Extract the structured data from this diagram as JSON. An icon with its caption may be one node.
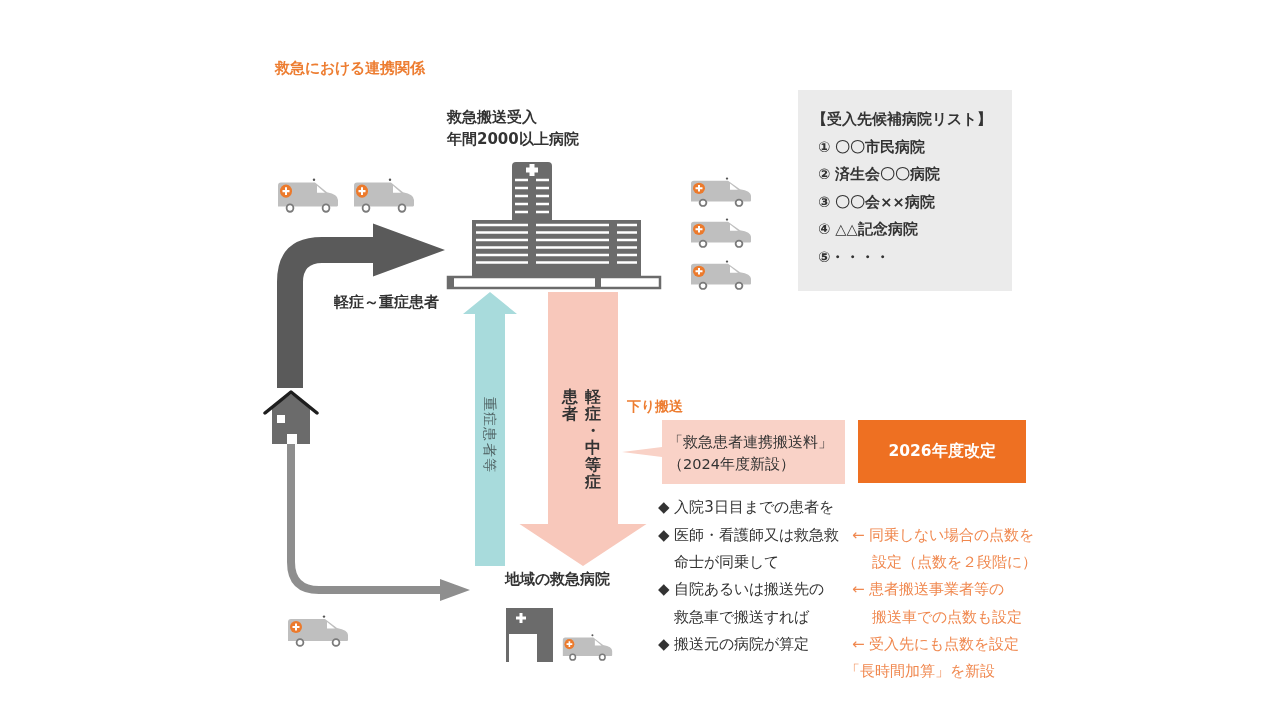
{
  "diagram": {
    "title": "救急における連携関係",
    "nodes": [
      {
        "text": [
          "救急搬送受入年間2000以上病院"
        ]
      },
      {
        "text": [],
        "shape": "picture"
      },
      {
        "text": [
          "地域の救急病院"
        ]
      },
      {
        "text": [
          "【受入先候補病院リスト】",
          "① 〇〇市民病院",
          "② 済生会〇〇病院",
          "③ 〇〇会××病院",
          "④ △△記念病院",
          "⑤・・・・"
        ]
      },
      {
        "text": [
          "「救急患者連携搬送料」（2024年度新設）"
        ]
      },
      {
        "text": [
          "2026年度改定"
        ]
      }
    ],
    "edges": [
      {
        "from": 1,
        "to": 0,
        "arrow": "to",
        "label": "軽症～重症患者",
        "style": "thick",
        "color": "#5a5a5a"
      },
      {
        "from": 1,
        "to": 2,
        "arrow": "to",
        "color": "#8e8e8e"
      },
      {
        "from": 2,
        "to": 0,
        "arrow": "to",
        "label": "重症患者等",
        "style": "thick",
        "color": "#a8dbdc"
      },
      {
        "from": 0,
        "to": 2,
        "arrow": "to",
        "label": "軽症・中等症患者",
        "style": "thick",
        "color": "#f8c8bb"
      }
    ],
    "labels": [
      "下り搬送",
      "◆ 入院3日目までの患者を",
      "◆ 医師・看護師又は救急救命士が同乗して",
      "← 同乗しない場合の点数を設定（点数を２段階に）",
      "◆ 自院あるいは搬送先の救急車で搬送すれば",
      "← 患者搬送事業者等の搬送車での点数も設定",
      "◆ 搬送元の病院が算定",
      "← 受入先にも点数を設定",
      "「長時間加算」を新設"
    ]
  }
}
